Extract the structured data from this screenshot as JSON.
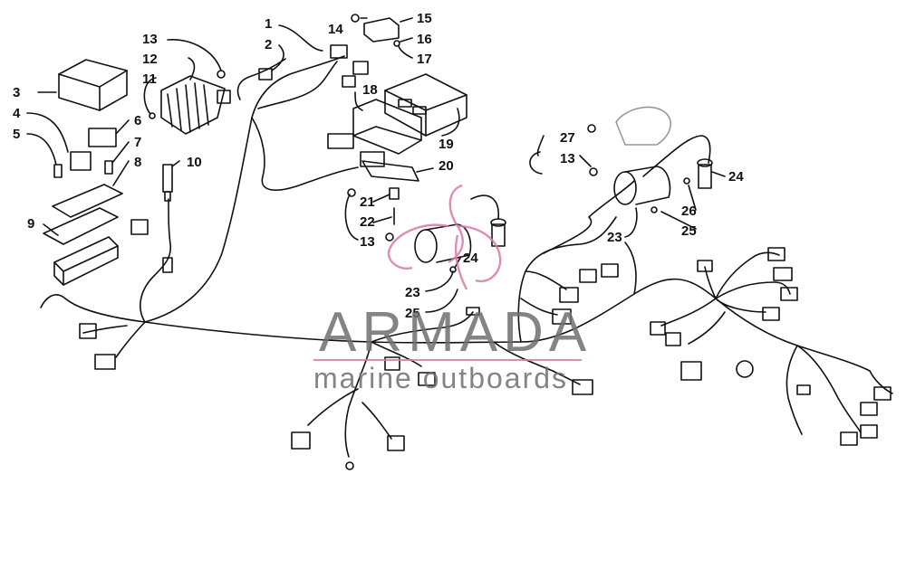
{
  "callouts": [
    {
      "id": "c1",
      "text": "1"
    },
    {
      "id": "c2",
      "text": "2"
    },
    {
      "id": "c3",
      "text": "3"
    },
    {
      "id": "c4",
      "text": "4"
    },
    {
      "id": "c5",
      "text": "5"
    },
    {
      "id": "c6",
      "text": "6"
    },
    {
      "id": "c7",
      "text": "7"
    },
    {
      "id": "c8",
      "text": "8"
    },
    {
      "id": "c9",
      "text": "9"
    },
    {
      "id": "c10",
      "text": "10"
    },
    {
      "id": "c11",
      "text": "11"
    },
    {
      "id": "c12",
      "text": "12"
    },
    {
      "id": "c13a",
      "text": "13"
    },
    {
      "id": "c13b",
      "text": "13"
    },
    {
      "id": "c13c",
      "text": "13"
    },
    {
      "id": "c14",
      "text": "14"
    },
    {
      "id": "c15",
      "text": "15"
    },
    {
      "id": "c16",
      "text": "16"
    },
    {
      "id": "c17",
      "text": "17"
    },
    {
      "id": "c18",
      "text": "18"
    },
    {
      "id": "c19",
      "text": "19"
    },
    {
      "id": "c20",
      "text": "20"
    },
    {
      "id": "c21",
      "text": "21"
    },
    {
      "id": "c22",
      "text": "22"
    },
    {
      "id": "c23a",
      "text": "23"
    },
    {
      "id": "c23b",
      "text": "23"
    },
    {
      "id": "c24a",
      "text": "24"
    },
    {
      "id": "c24b",
      "text": "24"
    },
    {
      "id": "c25a",
      "text": "25"
    },
    {
      "id": "c25b",
      "text": "25"
    },
    {
      "id": "c26",
      "text": "26"
    },
    {
      "id": "c27",
      "text": "27"
    }
  ],
  "watermark": {
    "title": "ARMADA",
    "subtitle": "marine outboards",
    "logo_color": "#d77aa8",
    "text_color": "#6f6f6f"
  },
  "colors": {
    "line": "#111111",
    "background": "#ffffff"
  }
}
